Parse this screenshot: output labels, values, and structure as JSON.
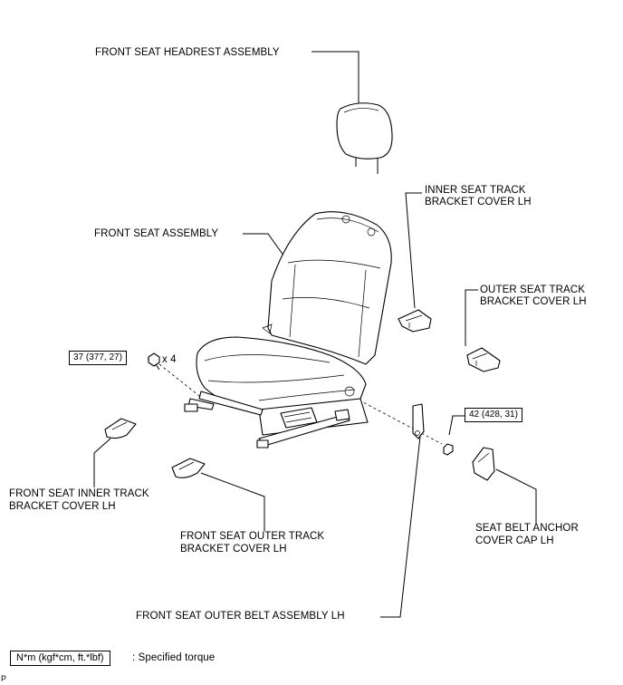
{
  "labels": {
    "headrest": "FRONT SEAT HEADREST ASSEMBLY",
    "seat": "FRONT SEAT ASSEMBLY",
    "inner_cover_rh_l1": "INNER SEAT TRACK",
    "inner_cover_rh_l2": "BRACKET COVER LH",
    "outer_cover_l1": "OUTER SEAT TRACK",
    "outer_cover_l2": "BRACKET COVER LH",
    "front_inner_l1": "FRONT SEAT INNER TRACK",
    "front_inner_l2": "BRACKET COVER LH",
    "front_outer_l1": "FRONT SEAT OUTER TRACK",
    "front_outer_l2": "BRACKET COVER LH",
    "anchor_cap_l1": "SEAT BELT ANCHOR",
    "anchor_cap_l2": "COVER CAP LH",
    "outer_belt": "FRONT SEAT OUTER BELT ASSEMBLY LH"
  },
  "torques": {
    "bolt": "37 (377, 27)",
    "bolt_qty": "x 4",
    "nut": "42 (428, 31)"
  },
  "legend": {
    "box": "N*m (kgf*cm, ft.*lbf)",
    "text": ": Specified torque"
  },
  "corner_mark": "P"
}
